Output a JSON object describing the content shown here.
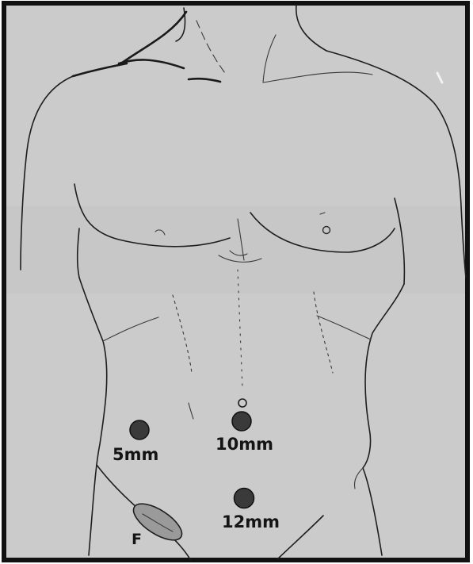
{
  "colors": {
    "background": "#cbcbcb",
    "frame": "#111111",
    "outline": "#1e1e1e",
    "port_fill": "#3a3a3a",
    "incision_fill": "#9a9a9a"
  },
  "ports": [
    {
      "id": "port-left",
      "label": "5mm"
    },
    {
      "id": "port-umbilical",
      "label": "10mm"
    },
    {
      "id": "port-lower",
      "label": "12mm"
    }
  ],
  "incision": {
    "label": "F"
  }
}
